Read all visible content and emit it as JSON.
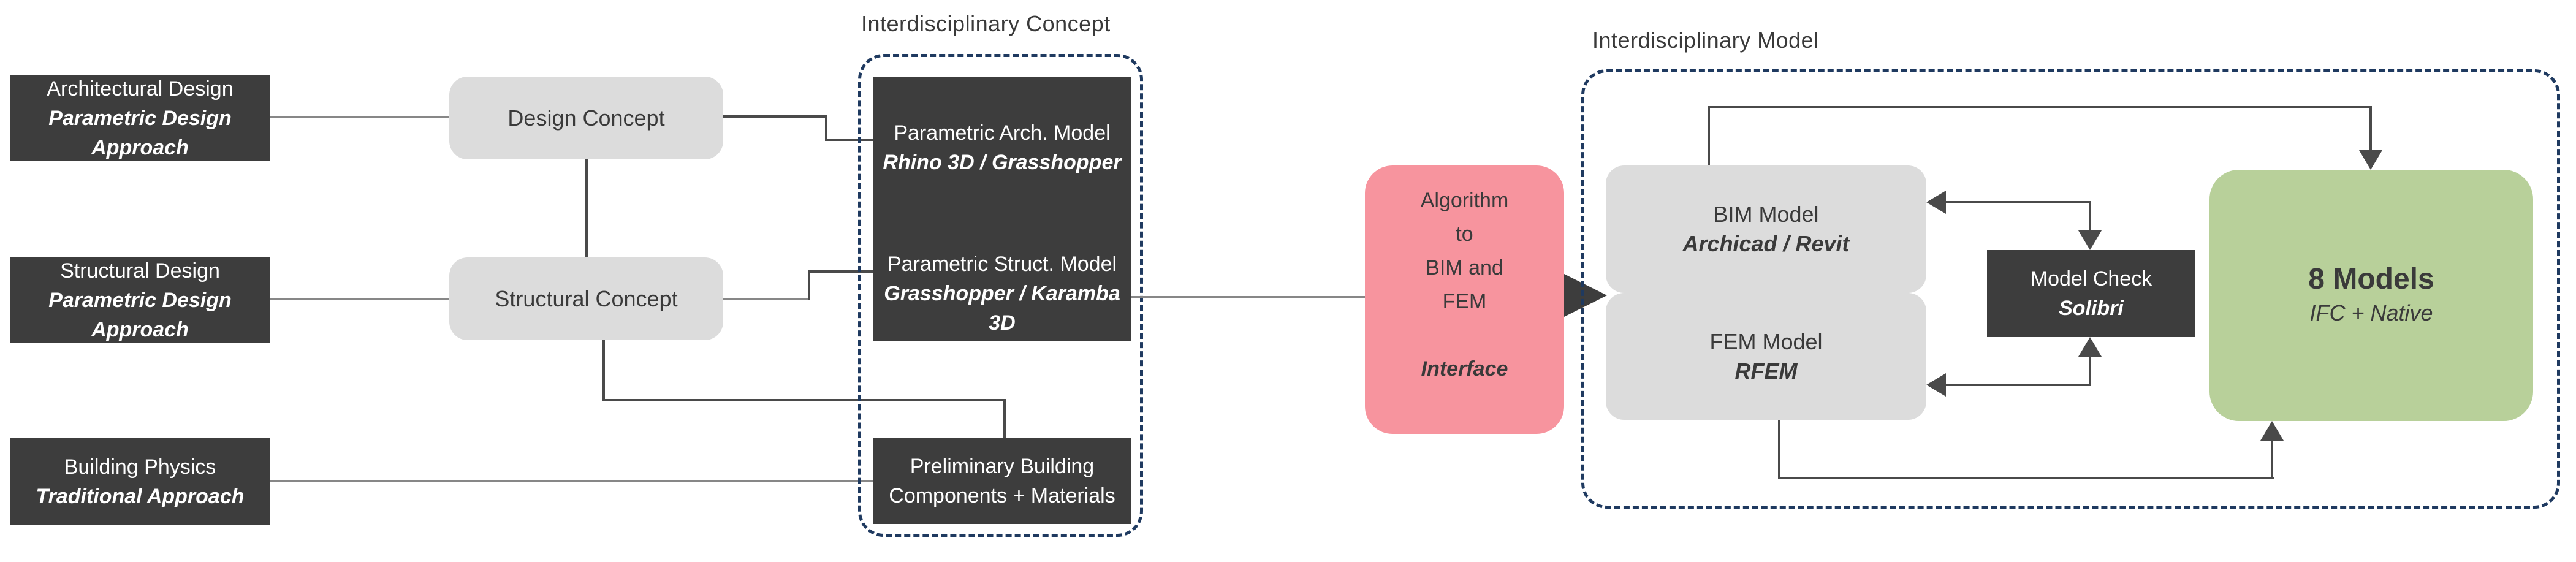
{
  "diagram": {
    "left_inputs": [
      {
        "title": "Architectural Design",
        "subtitle": "Parametric Design Approach"
      },
      {
        "title": "Structural Design",
        "subtitle": "Parametric Design Approach"
      },
      {
        "title": "Building Physics",
        "subtitle": "Traditional Approach"
      }
    ],
    "concepts": [
      {
        "label": "Design Concept"
      },
      {
        "label": "Structural Concept"
      }
    ],
    "interdisciplinary_concept": {
      "label": "Interdisciplinary Concept",
      "parametric_arch": {
        "title": "Parametric Arch. Model",
        "subtitle": "Rhino 3D / Grasshopper"
      },
      "parametric_struct": {
        "title": "Parametric Struct. Model",
        "subtitle": "Grasshopper / Karamba 3D"
      },
      "preliminary": {
        "text": "Preliminary Building\nComponents + Materials"
      }
    },
    "algorithm": {
      "lines": "Algorithm\nto\nBIM and\nFEM",
      "subtitle": "Interface"
    },
    "interdisciplinary_model": {
      "label": "Interdisciplinary Model",
      "bim": {
        "title": "BIM Model",
        "subtitle": "Archicad / Revit"
      },
      "fem": {
        "title": "FEM Model",
        "subtitle": "RFEM"
      },
      "model_check": {
        "title": "Model Check",
        "subtitle": "Solibri"
      },
      "result": {
        "title": "8 Models",
        "subtitle": "IFC + Native"
      }
    },
    "colors": {
      "charcoal": "#3d3d3d",
      "panel_gray": "#dcdcdc",
      "pink": "#f7949e",
      "green": "#b8d09a",
      "dashed_navy": "#1f3a60"
    }
  }
}
